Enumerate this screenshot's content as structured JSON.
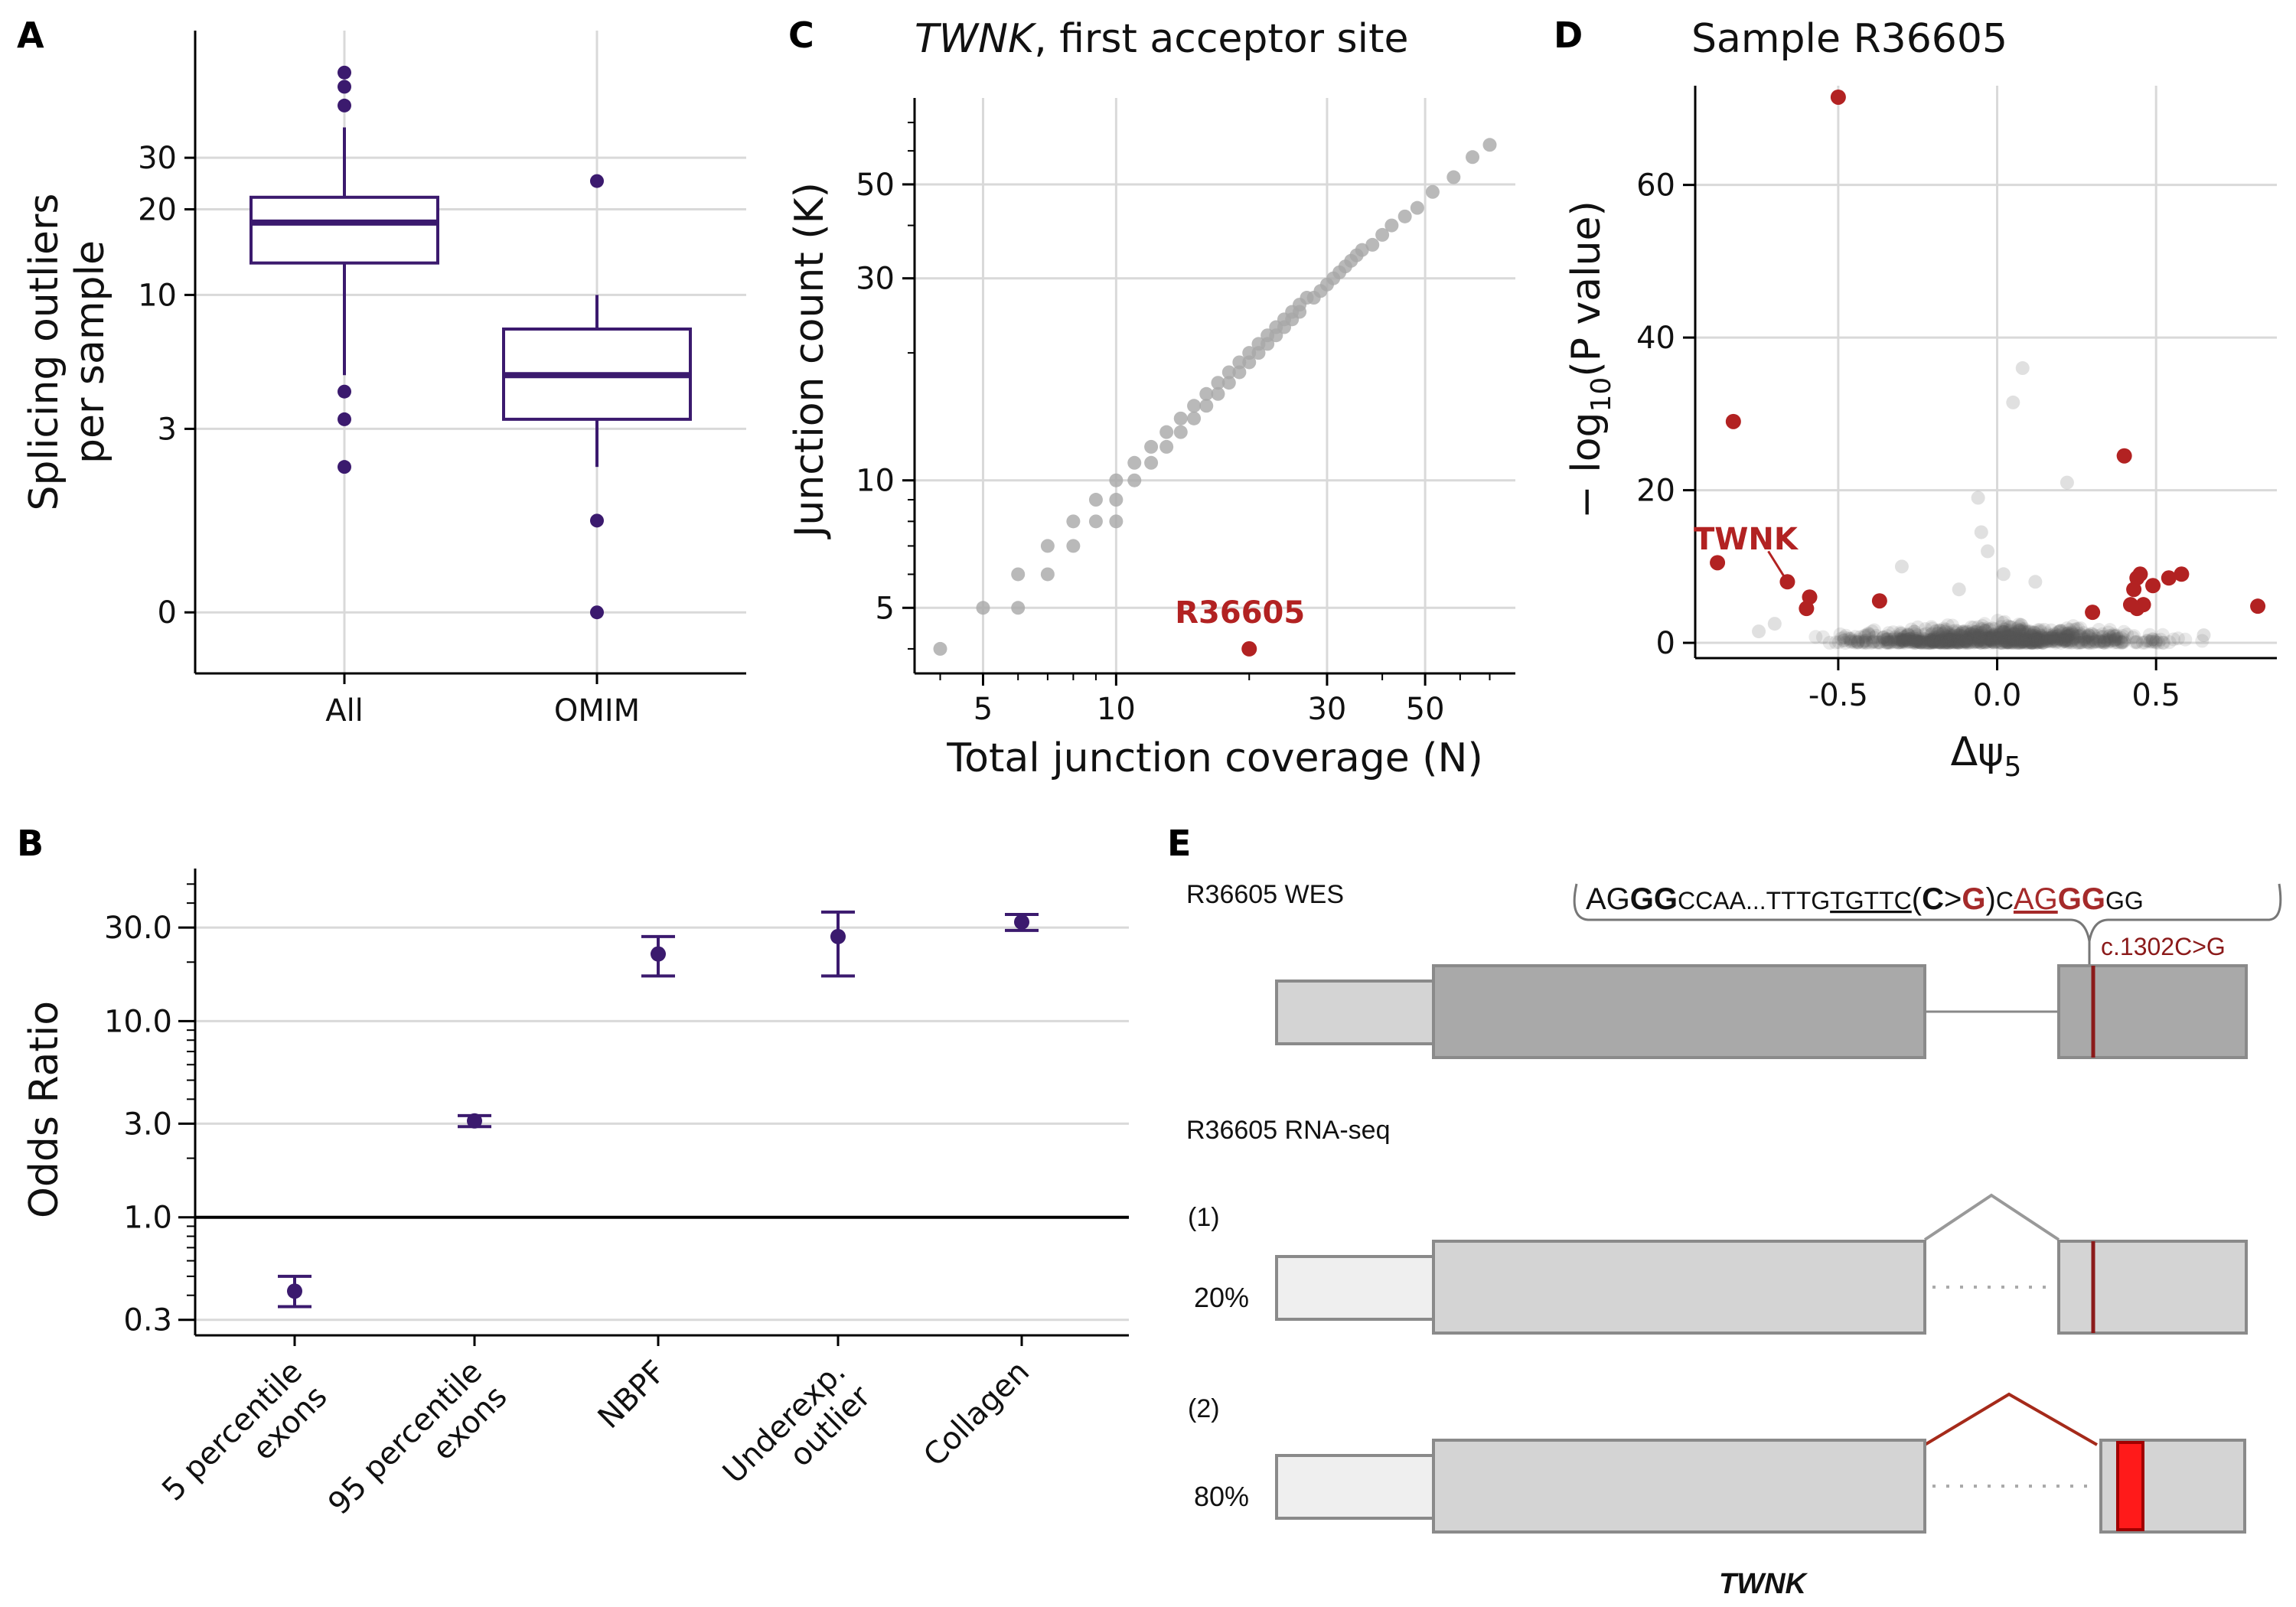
{
  "colors": {
    "purple": "#3b1a6e",
    "red": "#b22222",
    "grey_point": "#a8a8a8",
    "dark_grey_point": "#555555",
    "grid": "#d9d9d9",
    "exon_light": "#d4d4d4",
    "exon_dark": "#a9a9a9",
    "exon_lightest": "#efefef",
    "bright_red": "#ff1a1a"
  },
  "panel_labels": [
    "A",
    "B",
    "C",
    "D",
    "E"
  ],
  "chart_data": [
    {
      "id": "A",
      "type": "box",
      "ylabel": [
        "Splicing outliers",
        "per sample"
      ],
      "scale": "log1p",
      "yticks": [
        0,
        3,
        10,
        20,
        30
      ],
      "ytick_labels": [
        "0",
        "3",
        "10",
        "20",
        "30"
      ],
      "categories": [
        "All",
        "OMIM"
      ],
      "boxes": [
        {
          "name": "All",
          "q1": 13,
          "median": 18,
          "q3": 22,
          "whisker_low": 5,
          "whisker_high": 38,
          "outliers": [
            2,
            3.3,
            4.3,
            45,
            52,
            58
          ]
        },
        {
          "name": "OMIM",
          "q1": 3.3,
          "median": 5,
          "q3": 7.5,
          "whisker_low": 2,
          "whisker_high": 10,
          "outliers": [
            0,
            1,
            25
          ]
        }
      ]
    },
    {
      "id": "B",
      "type": "errorbar",
      "ylabel": "Odds Ratio",
      "scale": "log",
      "ylim": [
        0.25,
        60
      ],
      "yticks": [
        0.3,
        1,
        3,
        10,
        30
      ],
      "ytick_labels": [
        "0.3",
        "1.0",
        "3.0",
        "10.0",
        "30.0"
      ],
      "categories": [
        "5 percentile\nexons",
        "95 percentile\nexons",
        "NBPF",
        "Underexp.\noutlier",
        "Collagen"
      ],
      "values": [
        0.42,
        3.1,
        22,
        27,
        32
      ],
      "ci_low": [
        0.35,
        2.9,
        17,
        17,
        29
      ],
      "ci_high": [
        0.5,
        3.3,
        27,
        36,
        35
      ],
      "reference_line": 1.0
    },
    {
      "id": "C",
      "type": "scatter",
      "title_italic": "TWNK",
      "title_rest": ", first acceptor site",
      "xlabel": "Total junction coverage (N)",
      "ylabel": "Junction count (K)",
      "scale": "log",
      "xlim": [
        3.5,
        80
      ],
      "ylim": [
        3.5,
        80
      ],
      "xticks": [
        5,
        10,
        30,
        50
      ],
      "yticks": [
        5,
        10,
        30,
        50
      ],
      "highlight": {
        "label": "R36605",
        "x": 20,
        "y": 4
      },
      "series": [
        {
          "x": [
            4,
            5,
            6,
            6,
            7,
            7,
            8,
            8,
            9,
            9,
            10,
            10,
            10,
            11,
            11,
            12,
            12,
            13,
            13,
            14,
            14,
            15,
            15,
            16,
            16,
            17,
            17,
            18,
            18,
            19,
            19,
            20,
            20,
            21,
            21,
            22,
            22,
            23,
            23,
            24,
            24,
            25,
            25,
            26,
            26,
            27,
            28,
            29,
            30,
            31,
            32,
            33,
            34,
            35,
            36,
            38,
            40,
            42,
            45,
            48,
            52,
            58,
            64,
            70
          ],
          "y": [
            4,
            5,
            5,
            6,
            6,
            7,
            7,
            8,
            8,
            9,
            8,
            9,
            10,
            10,
            11,
            11,
            12,
            12,
            13,
            13,
            14,
            14,
            15,
            15,
            16,
            16,
            17,
            17,
            18,
            18,
            19,
            19,
            20,
            20,
            21,
            21,
            22,
            22,
            23,
            23,
            24,
            24,
            25,
            25,
            26,
            27,
            27,
            28,
            29,
            30,
            31,
            32,
            33,
            34,
            35,
            36,
            38,
            40,
            42,
            44,
            48,
            52,
            58,
            62
          ]
        }
      ]
    },
    {
      "id": "D",
      "type": "volcano",
      "title": "Sample R36605",
      "xlabel": "Δψ",
      "xlabel_sub": "5",
      "ylabel_pre": "− log",
      "ylabel_sub": "10",
      "ylabel_post": "(P value)",
      "xlim": [
        -0.95,
        0.88
      ],
      "ylim": [
        -2,
        73
      ],
      "xticks": [
        -0.5,
        0.0,
        0.5
      ],
      "xtick_labels": [
        "-0.5",
        "0.0",
        "0.5"
      ],
      "yticks": [
        0,
        20,
        40,
        60
      ],
      "highlight_label": "TWNK",
      "highlight_points": [
        {
          "x": -0.5,
          "y": 71.5
        },
        {
          "x": -0.83,
          "y": 29
        },
        {
          "x": -0.88,
          "y": 10.5
        },
        {
          "x": -0.66,
          "y": 8
        },
        {
          "x": -0.6,
          "y": 4.5
        },
        {
          "x": -0.59,
          "y": 6
        },
        {
          "x": -0.37,
          "y": 5.5
        },
        {
          "x": 0.3,
          "y": 4
        },
        {
          "x": 0.4,
          "y": 24.5
        },
        {
          "x": 0.42,
          "y": 5
        },
        {
          "x": 0.43,
          "y": 7
        },
        {
          "x": 0.44,
          "y": 8.5
        },
        {
          "x": 0.45,
          "y": 9
        },
        {
          "x": 0.44,
          "y": 4.5
        },
        {
          "x": 0.46,
          "y": 5
        },
        {
          "x": 0.49,
          "y": 7.5
        },
        {
          "x": 0.54,
          "y": 8.5
        },
        {
          "x": 0.58,
          "y": 9
        },
        {
          "x": 0.82,
          "y": 4.8
        }
      ],
      "background_points": [
        {
          "x": 0.08,
          "y": 36
        },
        {
          "x": 0.05,
          "y": 31.5
        },
        {
          "x": 0.22,
          "y": 21
        },
        {
          "x": -0.06,
          "y": 19
        },
        {
          "x": -0.05,
          "y": 14.5
        },
        {
          "x": -0.03,
          "y": 12
        },
        {
          "x": 0.02,
          "y": 9
        },
        {
          "x": -0.3,
          "y": 10
        },
        {
          "x": -0.12,
          "y": 7
        },
        {
          "x": 0.12,
          "y": 8
        },
        {
          "x": -0.7,
          "y": 2.5
        },
        {
          "x": 0.65,
          "y": 1
        },
        {
          "x": -0.75,
          "y": 1.5
        }
      ]
    }
  ],
  "panel_e": {
    "wes_label": "R36605 WES",
    "rnaseq_label": "R36605 RNA-seq",
    "seq_parts": [
      {
        "t": "AG",
        "style": "normal"
      },
      {
        "t": "GG",
        "style": "bold"
      },
      {
        "t": "CCAA...TTTG",
        "style": "small"
      },
      {
        "t": "TGTTC",
        "style": "underline-small"
      },
      {
        "t": "(",
        "style": "normal"
      },
      {
        "t": "C",
        "style": "bold"
      },
      {
        "t": ">",
        "style": "normal"
      },
      {
        "t": "G",
        "style": "bold-red"
      },
      {
        "t": ")",
        "style": "normal"
      },
      {
        "t": "C",
        "style": "small"
      },
      {
        "t": "AG",
        "style": "underline-red"
      },
      {
        "t": "GG",
        "style": "bold-red"
      },
      {
        "t": "GG",
        "style": "small"
      }
    ],
    "variant_label": "c.1302C>G",
    "iso1_label": "(1)",
    "iso1_pct": "20%",
    "iso2_label": "(2)",
    "iso2_pct": "80%",
    "gene_label": "TWNK"
  }
}
